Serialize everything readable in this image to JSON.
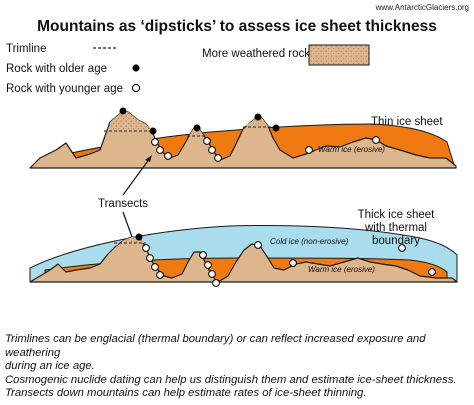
{
  "header": {
    "title": "Mountains as ‘dipsticks’ to assess ice sheet thickness",
    "website": "www.AntarcticGlaciers.org"
  },
  "legend": {
    "trimline": "Trimline",
    "older_rock": "Rock with older age",
    "younger_rock": "Rock with younger age",
    "weathered_rock": "More weathered rock."
  },
  "top_panel": {
    "label": "Thin ice sheet",
    "warm_ice": "Warm ice (erosive)"
  },
  "transects_label": "Transects",
  "bottom_panel": {
    "label_line1": "Thick ice sheet",
    "label_line2": "with thermal",
    "label_line3": "boundary",
    "cold_ice": "Cold ice (non-erosive)",
    "warm_ice": "Warm ice (erosive)"
  },
  "caption": [
    "Trimlines can be englacial (thermal boundary) or can reflect increased exposure and weathering",
    "during an ice age.",
    "Cosmogenic nuclide dating can help us distinguish them and estimate ice-sheet thickness.",
    "Transects down mountains can help estimate rates of ice-sheet thinning."
  ],
  "colors": {
    "rock": "#deb68e",
    "warm_ice": "#f07a12",
    "cold_ice": "#a9dcec",
    "outline": "#1a1a1a",
    "older_dot": "#000000",
    "younger_dot": "#ffffff"
  }
}
